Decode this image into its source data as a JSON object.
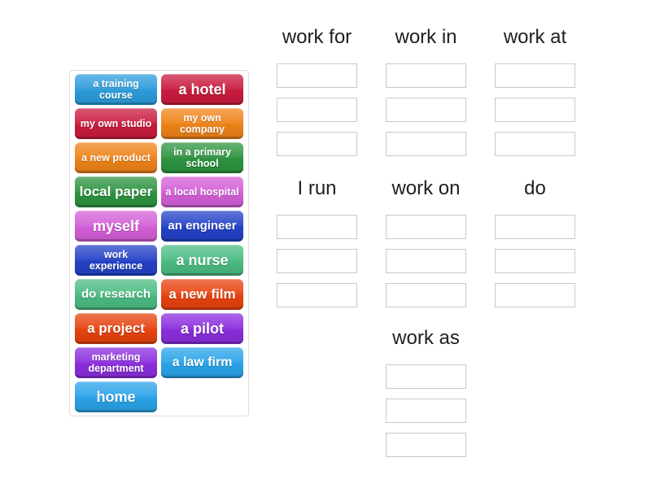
{
  "theme": {
    "background": "#ffffff",
    "panel_border": "#dcdcdc",
    "slot_border": "#c9c9c9",
    "slot_fill": "#ffffff",
    "header_color": "#1f1f1f",
    "tile_text_color": "#ffffff"
  },
  "bank": {
    "tiles": [
      {
        "label": "a training course",
        "color": "#2D9CDB"
      },
      {
        "label": "a hotel",
        "color": "#C91B3E"
      },
      {
        "label": "my own studio",
        "color": "#C91B3E"
      },
      {
        "label": "my own company",
        "color": "#EF8318"
      },
      {
        "label": "a new product",
        "color": "#EF8318"
      },
      {
        "label": "in a primary school",
        "color": "#2D9440"
      },
      {
        "label": "local paper",
        "color": "#2D9440"
      },
      {
        "label": "a local hospital",
        "color": "#D45FD8"
      },
      {
        "label": "myself",
        "color": "#D45FD8"
      },
      {
        "label": "an engineer",
        "color": "#2442C8"
      },
      {
        "label": "work experience",
        "color": "#2442C8"
      },
      {
        "label": "a nurse",
        "color": "#4BBC82"
      },
      {
        "label": "do research",
        "color": "#4BBC82"
      },
      {
        "label": "a new film",
        "color": "#E8430F"
      },
      {
        "label": "a project",
        "color": "#E8430F"
      },
      {
        "label": "a pilot",
        "color": "#8B2EDE"
      },
      {
        "label": "marketing department",
        "color": "#8B2EDE"
      },
      {
        "label": "a law firm",
        "color": "#2AA3E8"
      },
      {
        "label": "home",
        "color": "#2AA3E8"
      }
    ]
  },
  "groups": [
    {
      "id": "work-for",
      "label": "work for",
      "slots": 3
    },
    {
      "id": "work-in",
      "label": "work in",
      "slots": 3
    },
    {
      "id": "work-at",
      "label": "work at",
      "slots": 3
    },
    {
      "id": "i-run",
      "label": "I run",
      "slots": 3
    },
    {
      "id": "work-on",
      "label": "work on",
      "slots": 3
    },
    {
      "id": "do",
      "label": "do",
      "slots": 3
    },
    {
      "id": "work-as",
      "label": "work as",
      "slots": 3
    }
  ]
}
